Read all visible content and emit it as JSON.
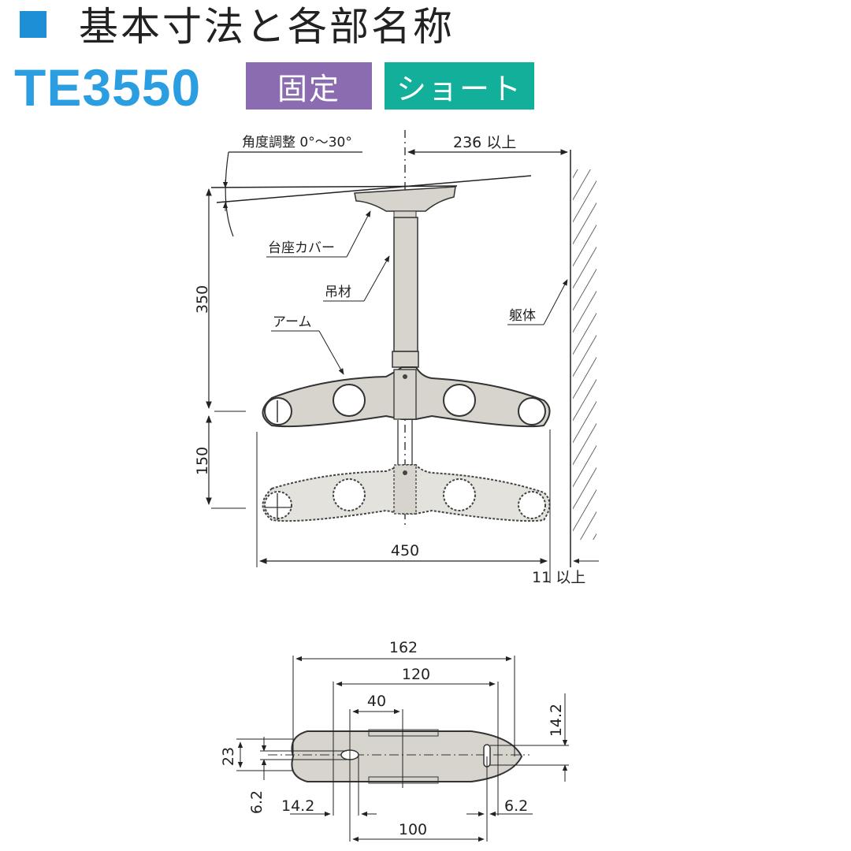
{
  "header": {
    "title": "基本寸法と各部名称",
    "model": "TE3550",
    "badges": [
      {
        "label": "固定",
        "color": "#8c6cb0"
      },
      {
        "label": "ショート",
        "color": "#12b09a"
      }
    ],
    "accent_color": "#1d8fd6",
    "model_color": "#2a9ee0"
  },
  "side_view": {
    "angle_label": "角度調整 0°〜30°",
    "wall_distance": "236 以上",
    "parts": {
      "base_cover": "台座カバー",
      "hanger": "吊材",
      "arm": "アーム",
      "structure": "躯体"
    },
    "dims": {
      "height_upper": "350",
      "height_lower": "150",
      "width": "450",
      "wall_clearance": "11 以上"
    }
  },
  "plan_view": {
    "dims": {
      "overall": "162",
      "hole_span": "120",
      "center_offset": "40",
      "slot_span": "100",
      "height": "23",
      "slot_height_left": "6.2",
      "slot_width_left": "14.2",
      "slot_width_right": "6.2",
      "slot_height_right": "14.2"
    }
  }
}
